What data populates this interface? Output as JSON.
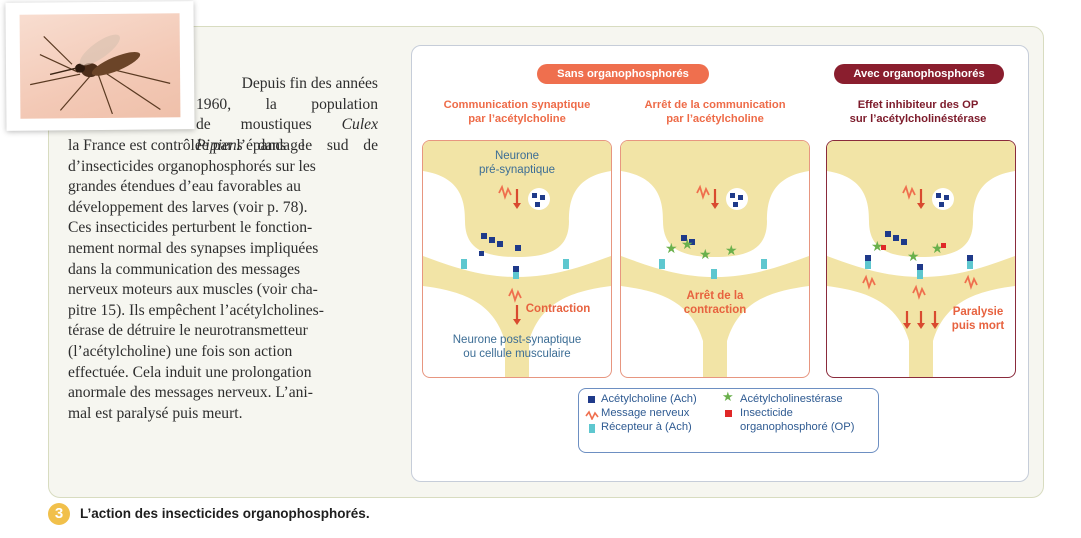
{
  "intro_text_lines": [
    "Depuis fin des années",
    "1960, la population",
    "de moustiques Culex",
    "Pipiens dans le sud de"
  ],
  "intro_text_main": [
    "la France est contrôlée par l’épandage",
    "d’insecticides organophosphorés sur les",
    "grandes étendues d’eau favorables au",
    "développement des larves (voir p. 78).",
    "Ces insecticides perturbent le fonction-",
    "nement normal des synapses impliquées",
    "dans la communication des messages",
    "nerveux moteurs aux muscles (voir cha-",
    "pitre 15). Ils empêchent l’acétylcholines-",
    "térase de détruire le neurotransmetteur",
    "(l’acétylcholine) une fois son action",
    "effectuée. Cela induit une prolongation",
    "anormale des messages nerveux. L’ani-",
    "mal est paralysé puis meurt."
  ],
  "figure": {
    "header_sans": "Sans organophosphorés",
    "header_avec": "Avec organophosphorés",
    "sub1": "Communication synaptique\npar l’acétylcholine",
    "sub2": "Arrêt de la communication\npar l’acétylcholine",
    "sub3": "Effet inhibiteur des OP\nsur l’acétylcholinéstérase",
    "neurone_pre": "Neurone\npré-synaptique",
    "neurone_post": "Neurone post-synaptique\nou cellule musculaire",
    "contraction": "Contraction",
    "arret_contraction": "Arrêt de la\ncontraction",
    "paralysie": "Paralysie\npuis mort"
  },
  "legend": {
    "ach": "Acétylcholine (Ach)",
    "message": "Message nerveux",
    "recepteur": "Récepteur à (Ach)",
    "ache": "Acétylcholinestérase",
    "op": "Insecticide\norganophosphoré (OP)"
  },
  "caption": {
    "number": "3",
    "text": "L’action des insecticides organophosphorés."
  },
  "colors": {
    "accent_orange": "#ef6f4e",
    "accent_burgundy": "#8a1e2e",
    "membrane": "#f2e4a6",
    "legend_blue": "#2f5b92"
  }
}
